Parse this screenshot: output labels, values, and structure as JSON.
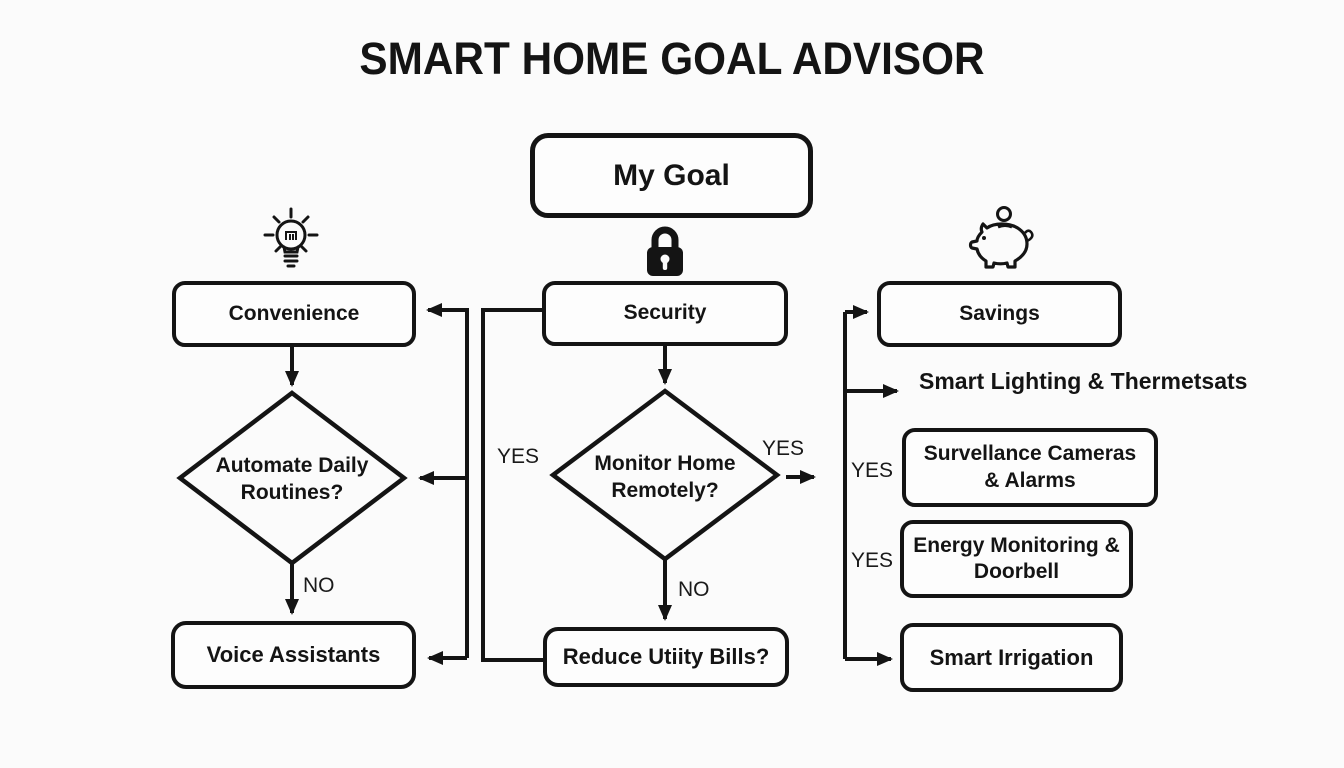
{
  "title": "SMART HOME GOAL ADVISOR",
  "goal": {
    "label": "My Goal"
  },
  "convenience": {
    "label": "Convenience",
    "decision": "Automate Daily Routines?",
    "no_label": "NO",
    "result": "Voice Assistants"
  },
  "security": {
    "label": "Security",
    "decision": "Monitor Home Remotely?",
    "yes_left": "YES",
    "yes_right": "YES",
    "no_label": "NO",
    "result": "Reduce Utiity Bills?"
  },
  "savings": {
    "label": "Savings",
    "item_lighting": "Smart Lighting & Thermetsats",
    "yes_label_1": "YES",
    "box_cameras": "Survellance Cameras & Alarms",
    "yes_label_2": "YES",
    "box_energy": "Energy Monitoring & Doorbell",
    "box_irrigation": "Smart Irrigation"
  },
  "colors": {
    "ink": "#141414",
    "background": "#fbfbfb"
  }
}
